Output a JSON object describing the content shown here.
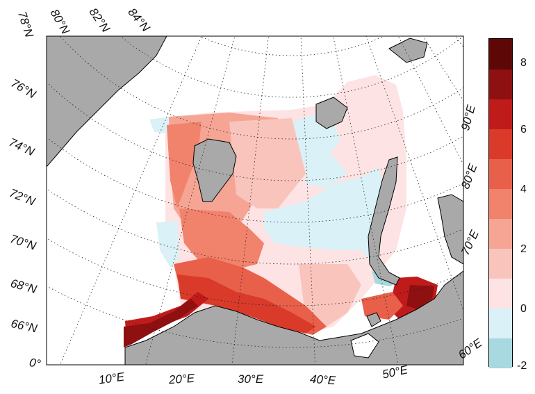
{
  "map": {
    "projection": "polar stereographic",
    "land_color": "#a9a9a9",
    "coast_color": "#000000",
    "graticule": "dotted",
    "lat_labels": [
      "78°N",
      "80°N",
      "82°N",
      "84°N",
      "76°N",
      "74°N",
      "72°N",
      "70°N",
      "68°N",
      "66°N",
      "0°"
    ],
    "lon_labels_bottom": [
      "10°E",
      "20°E",
      "30°E",
      "40°E",
      "50°E",
      "60°E"
    ],
    "lon_labels_right": [
      "90°E",
      "80°E",
      "70°E"
    ]
  },
  "colorbar": {
    "ticks": [
      "8",
      "6",
      "4",
      "2",
      "0",
      "-2"
    ],
    "min": -2,
    "max": 9,
    "step": 1,
    "colors": [
      "#a8d8e0",
      "#d9f1f7",
      "#fde3e3",
      "#f9c4bc",
      "#f6a594",
      "#f1826c",
      "#e8604a",
      "#d93a2a",
      "#c01b1b",
      "#8e1010",
      "#5e0707"
    ]
  },
  "field_levels": {
    "zero": "#ffffff"
  }
}
